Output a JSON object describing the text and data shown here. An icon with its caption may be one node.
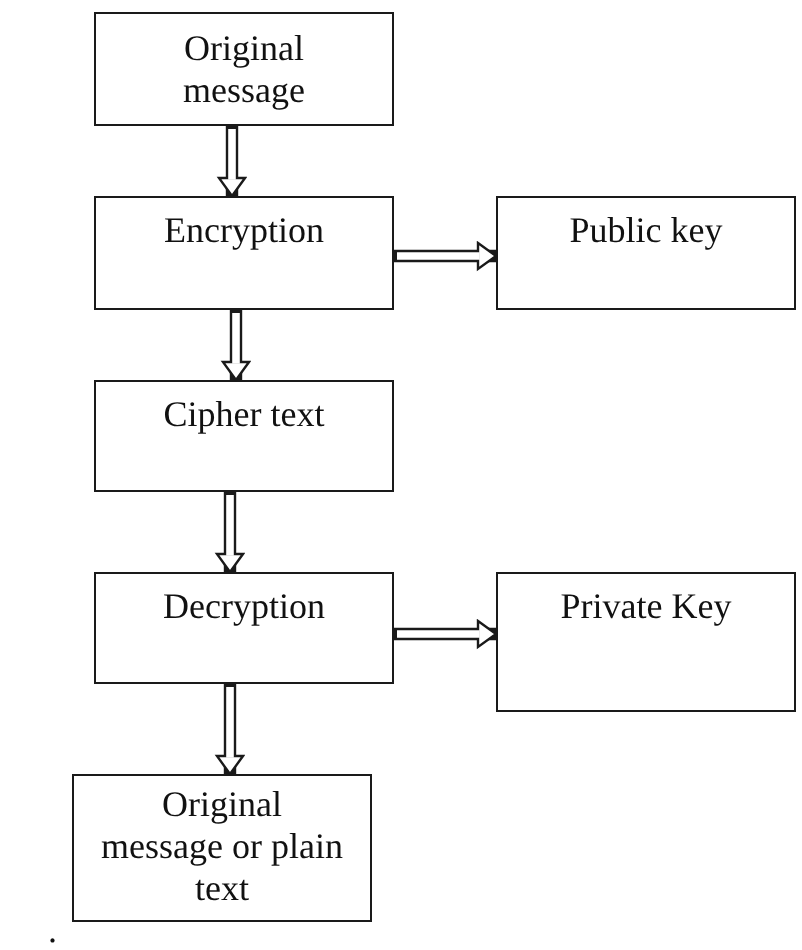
{
  "diagram": {
    "nodes": [
      {
        "text": [
          "Original message"
        ]
      },
      {
        "text": [
          "Encryption"
        ]
      },
      {
        "text": [
          "Public key"
        ]
      },
      {
        "text": [
          "Cipher text"
        ]
      },
      {
        "text": [
          "Decryption"
        ]
      },
      {
        "text": [
          "Private Key"
        ]
      },
      {
        "text": [
          "Original message or plain text"
        ]
      }
    ],
    "edges": [
      {
        "from": 0,
        "to": 1,
        "arrow": "to"
      },
      {
        "from": 1,
        "to": 2,
        "arrow": "to"
      },
      {
        "from": 1,
        "to": 3,
        "arrow": "to"
      },
      {
        "from": 3,
        "to": 4,
        "arrow": "to"
      },
      {
        "from": 4,
        "to": 5,
        "arrow": "to"
      },
      {
        "from": 4,
        "to": 6,
        "arrow": "to"
      }
    ],
    "labels": [
      "."
    ]
  }
}
